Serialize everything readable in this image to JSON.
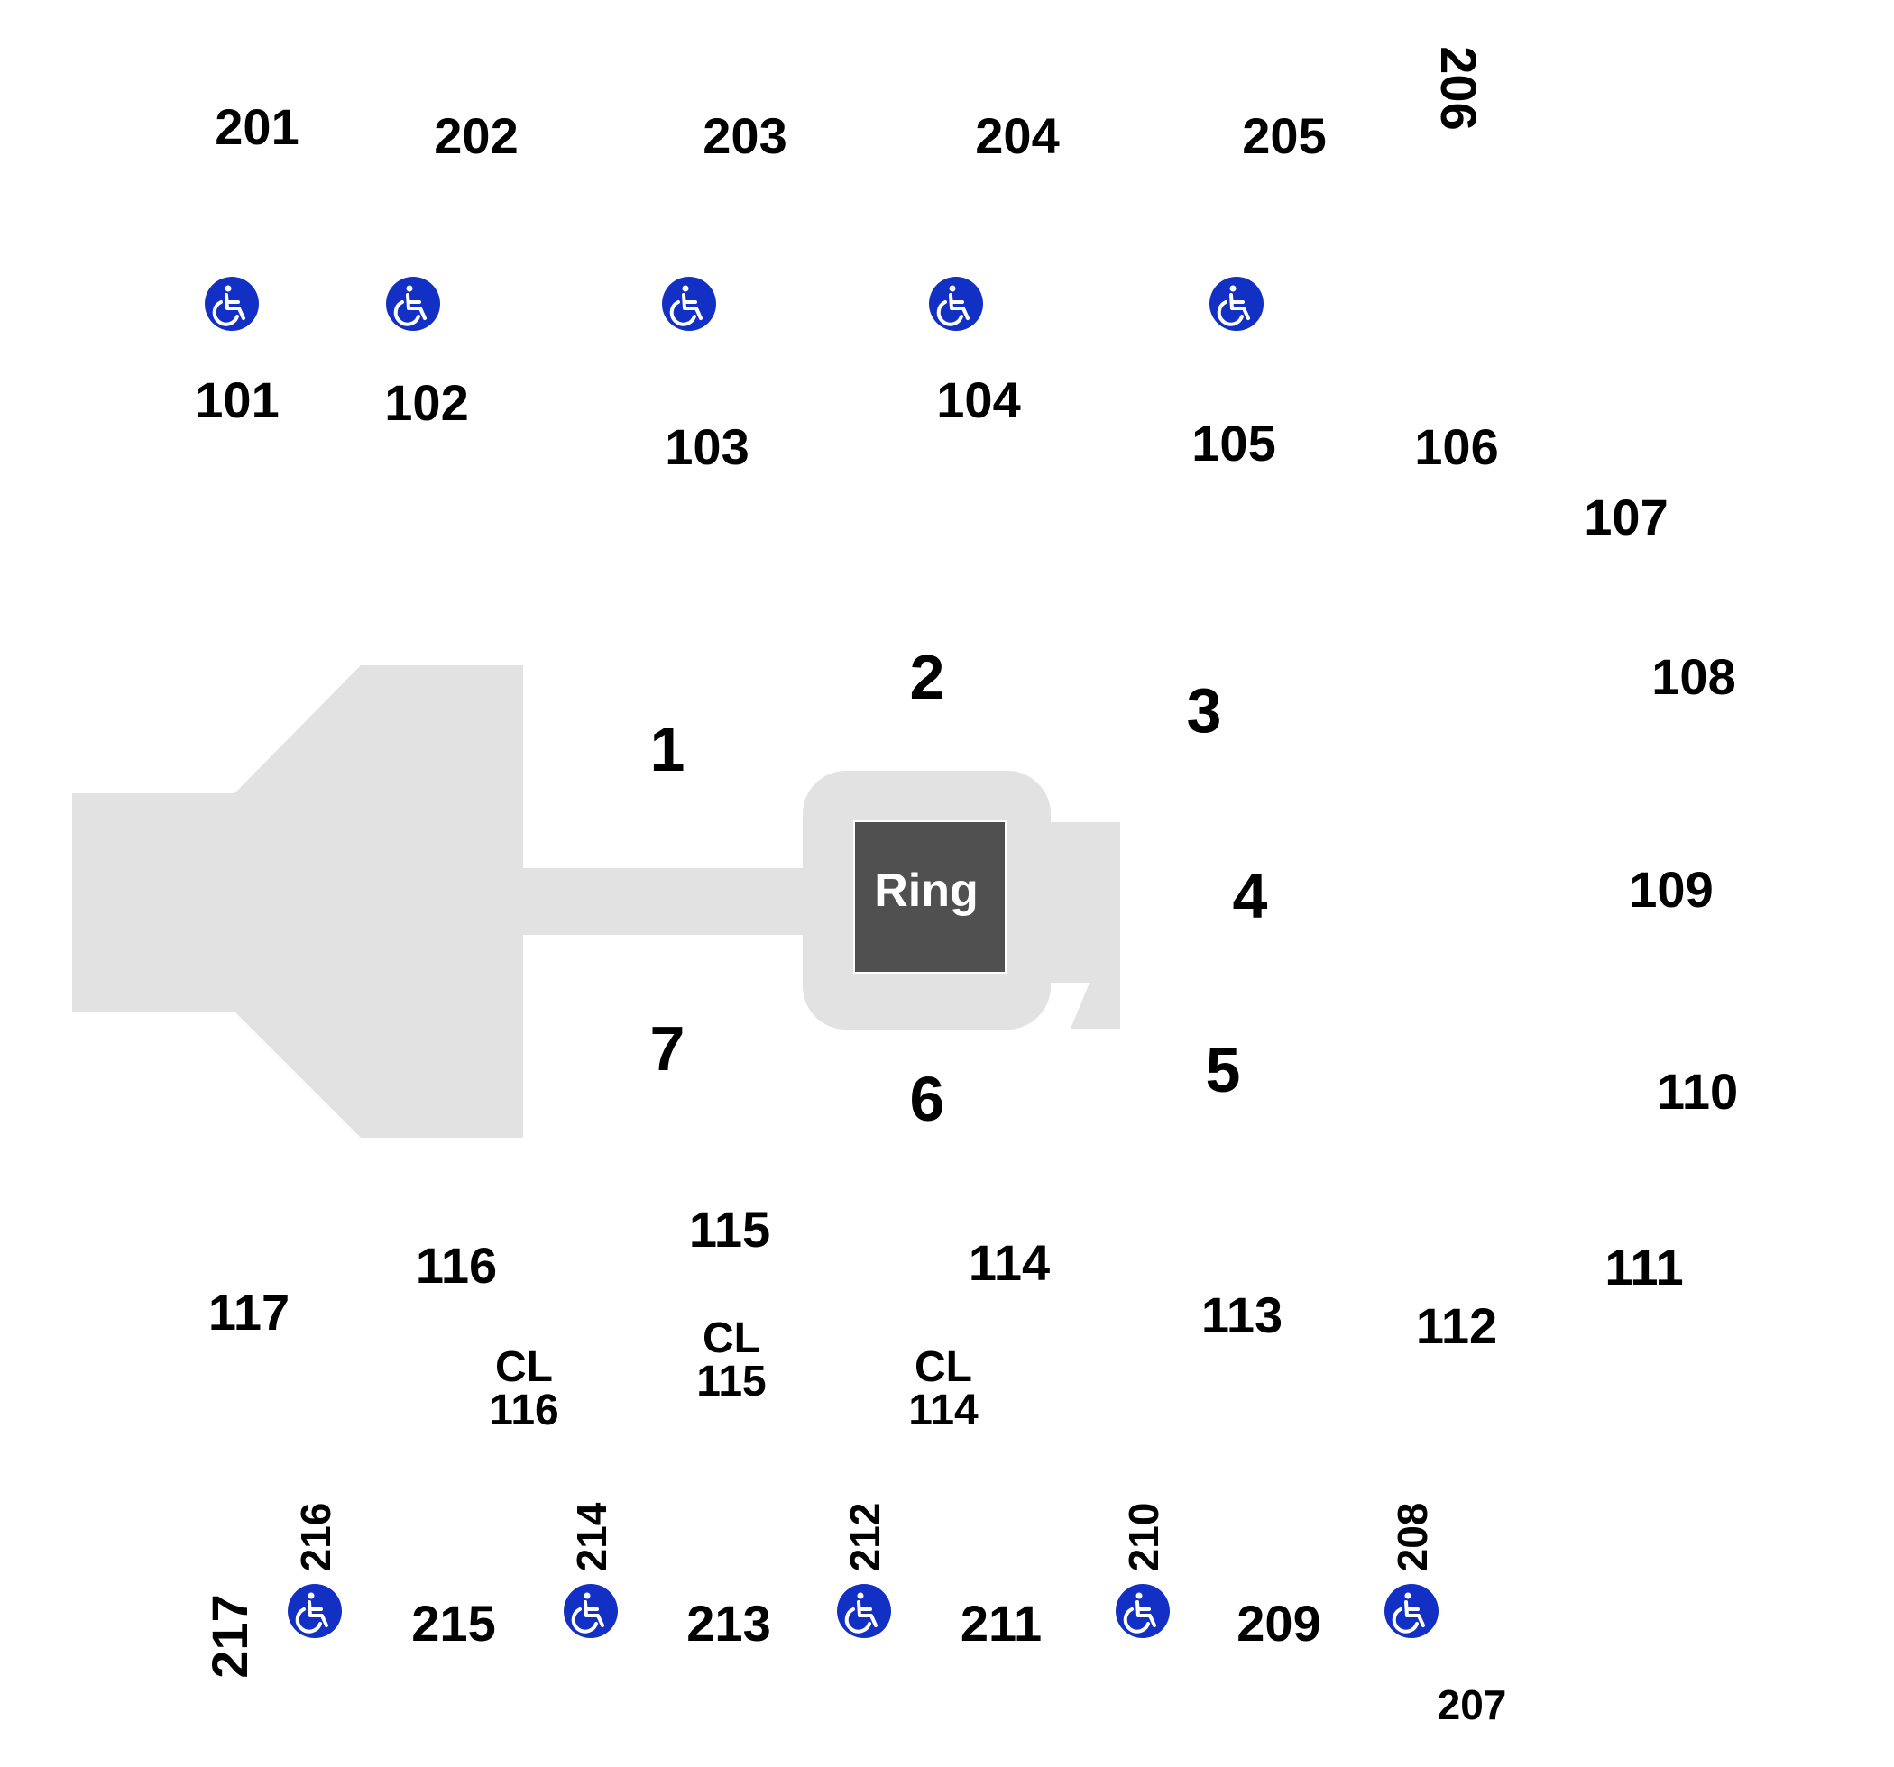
{
  "venue": {
    "stage_color": "#e2e2e2",
    "ring_color": "#505050",
    "accessible_color": "#1230c4",
    "ring_label": "Ring"
  },
  "upper_sections_top": [
    "201",
    "202",
    "203",
    "204",
    "205",
    "206"
  ],
  "lower_sections_top": [
    "101",
    "102",
    "103",
    "104",
    "105",
    "106",
    "107",
    "108",
    "109",
    "110",
    "111",
    "112",
    "113",
    "114",
    "115",
    "116",
    "117"
  ],
  "floor_sections": [
    "1",
    "2",
    "3",
    "4",
    "5",
    "6",
    "7"
  ],
  "club_sections": [
    {
      "line1": "CL",
      "line2": "116"
    },
    {
      "line1": "CL",
      "line2": "115"
    },
    {
      "line1": "CL",
      "line2": "114"
    }
  ],
  "upper_sections_bottom": [
    "216",
    "214",
    "212",
    "210",
    "208",
    "217",
    "215",
    "213",
    "211",
    "209",
    "207"
  ],
  "accessible_icon": "wheelchair-accessible-icon"
}
